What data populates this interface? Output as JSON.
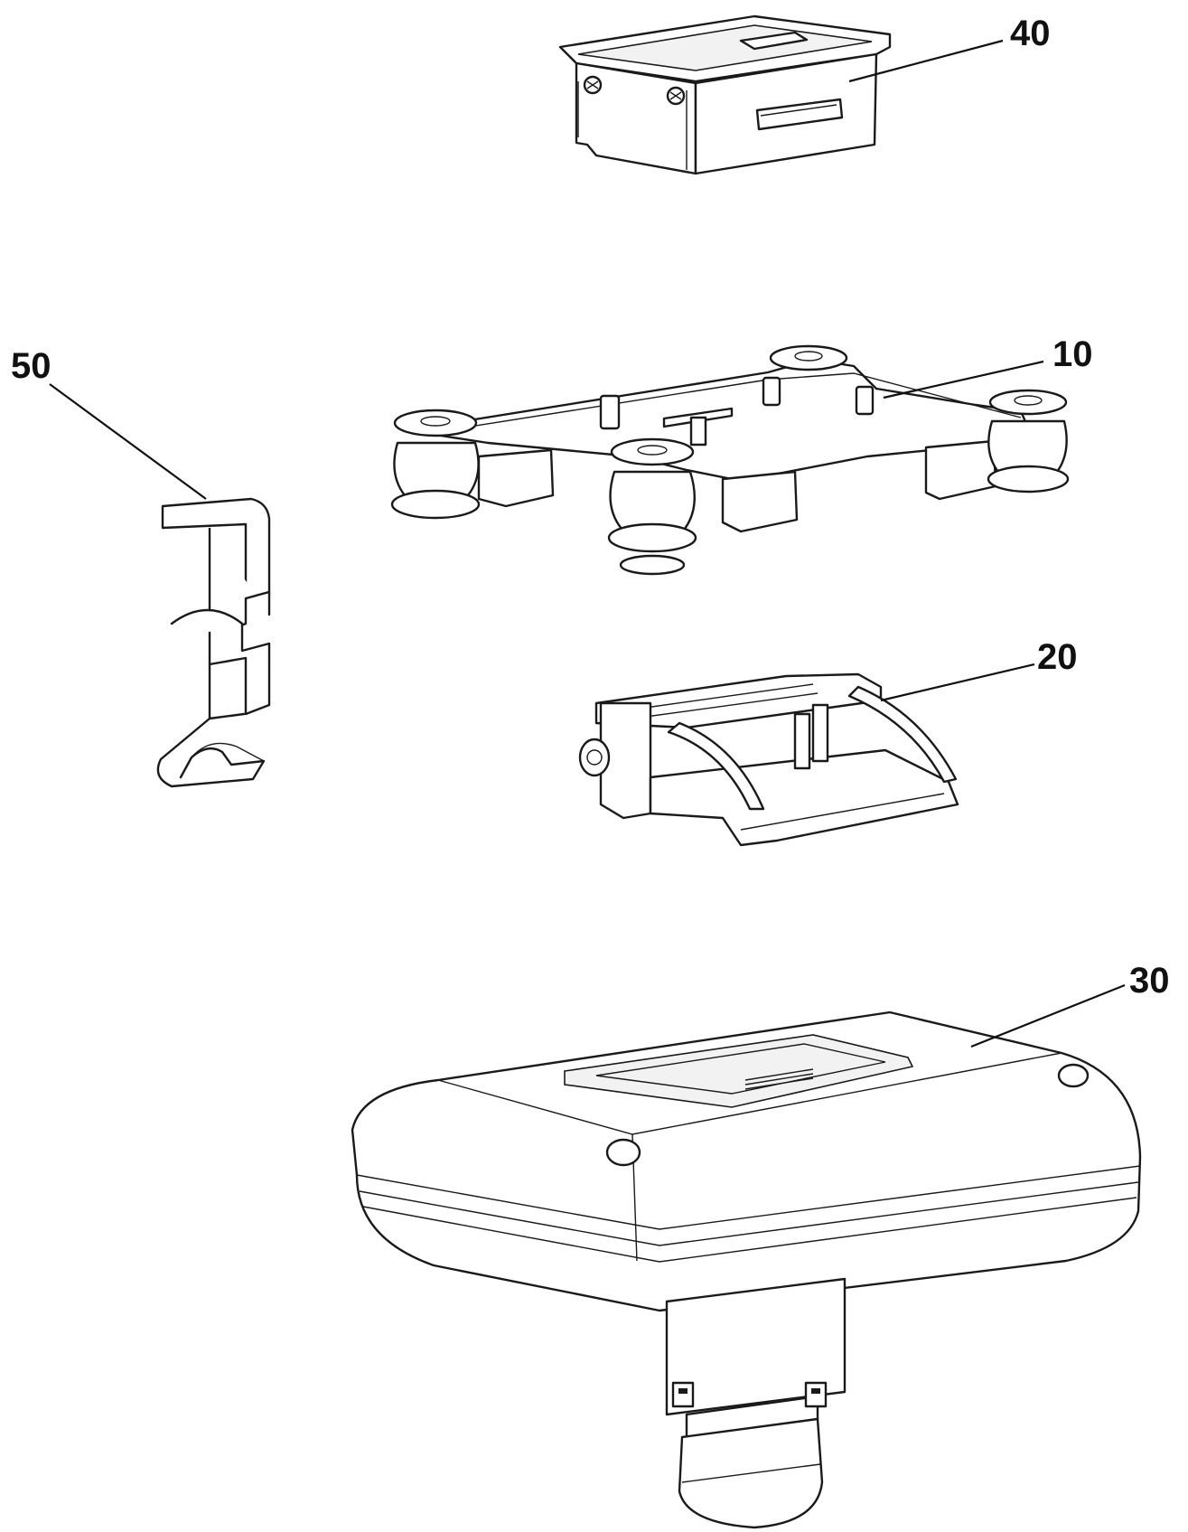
{
  "figure": {
    "labels": {
      "part_40": "40",
      "part_10": "10",
      "part_50": "50",
      "part_20": "20",
      "part_30": "30"
    },
    "colors": {
      "ink": "#1a1a1a",
      "background": "#ffffff"
    }
  }
}
